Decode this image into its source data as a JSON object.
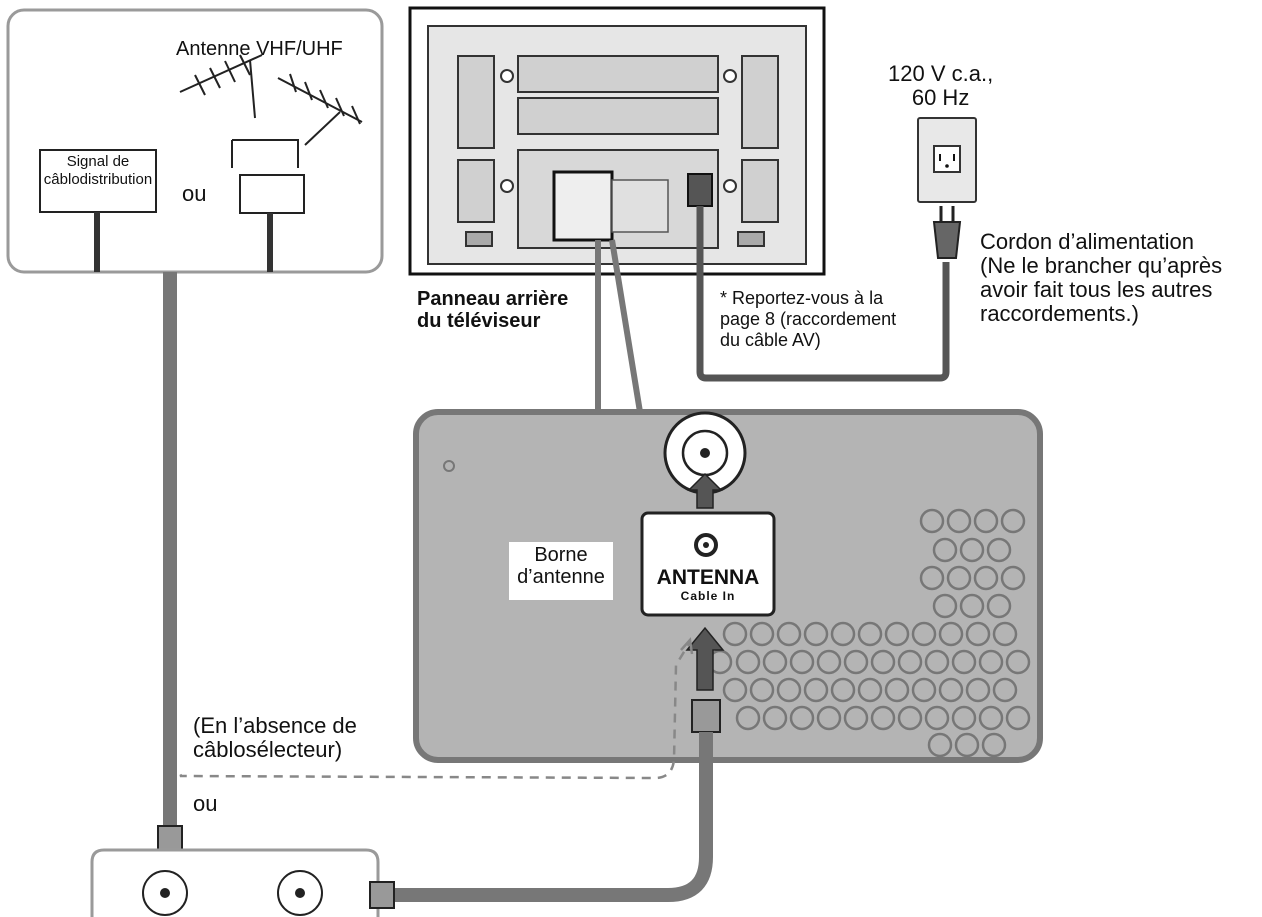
{
  "labels": {
    "antenna_type": "Antenne VHF/UHF",
    "cable_signal": "Signal de\ncâblodistribution",
    "or_top": "ou",
    "power_spec": "120 V c.a.,\n60 Hz",
    "power_cord": "Cordon d’alimentation\n(Ne le brancher qu’après\navoir fait tous les autres\nraccordements.)",
    "rear_panel": "Panneau arrière\ndu téléviseur",
    "av_note": "* Reportez-vous à la\npage 8 (raccordement\ndu câble AV)",
    "antenna_terminal": "Borne\nd’antenne",
    "antenna_jack_title": "ANTENNA",
    "antenna_jack_sub": "Cable In",
    "no_cable_box": "(En l’absence de\ncâblosélecteur)",
    "or_bottom": "ou"
  },
  "colors": {
    "outline": "#222222",
    "panel_gray": "#b4b4b4",
    "tv_gray": "#d0d0d0",
    "cable_gray": "#8a8a8a",
    "dashed": "#888888"
  },
  "icons": [
    "antenna-icon",
    "wall-outlet-icon",
    "power-plug-icon",
    "coax-jack-icon",
    "arrow-up-icon"
  ]
}
